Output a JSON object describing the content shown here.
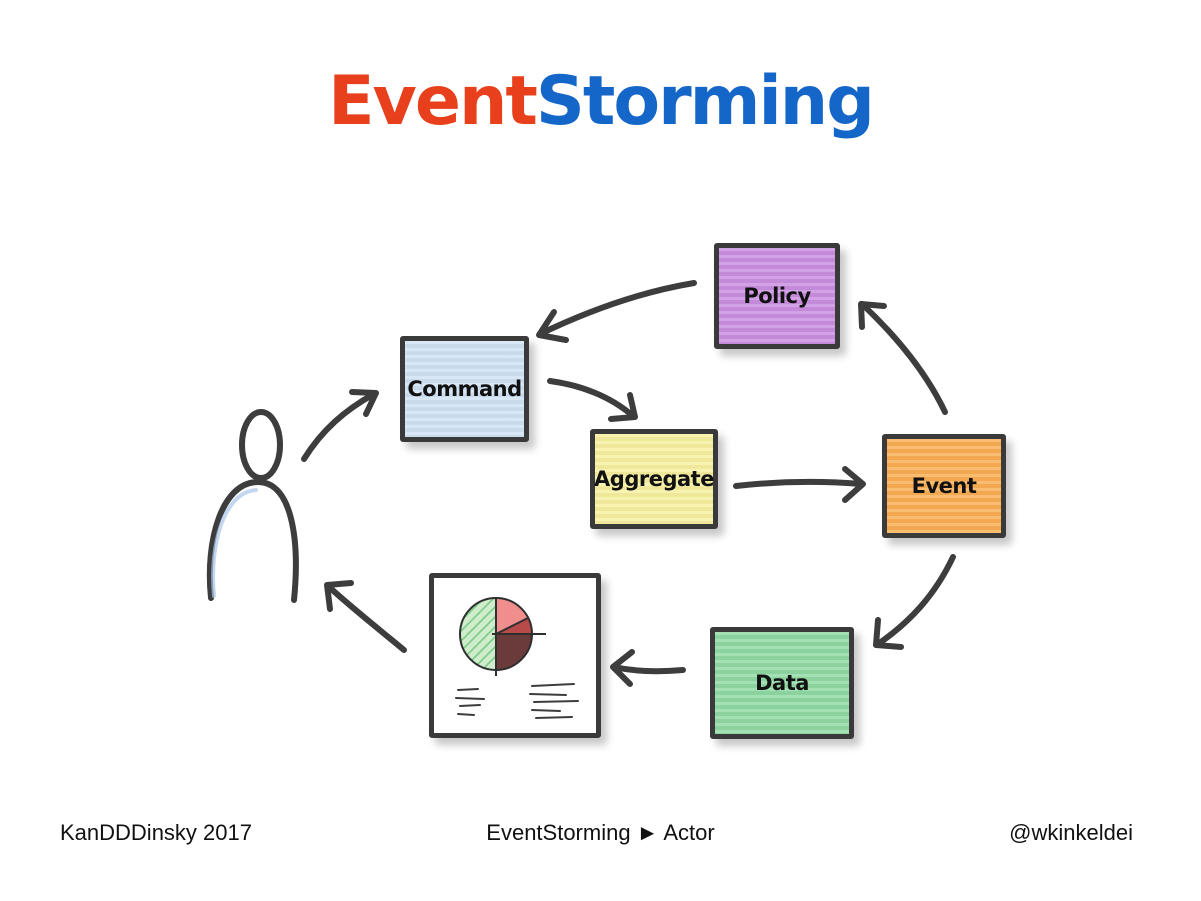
{
  "title": {
    "part1": "Event",
    "part2": "Storming",
    "colors": {
      "part1": "#e8401c",
      "part2": "#1566c9"
    }
  },
  "diagram": {
    "boxes": {
      "policy": {
        "label": "Policy",
        "color": "#c98ee0"
      },
      "command": {
        "label": "Command",
        "color": "#cfe2f3"
      },
      "aggregate": {
        "label": "Aggregate",
        "color": "#f7f0a0"
      },
      "event": {
        "label": "Event",
        "color": "#f9ad52"
      },
      "data": {
        "label": "Data",
        "color": "#8fd9a4"
      }
    },
    "actor_icon": "person-icon",
    "read_model_icon": "pie-chart-report-icon",
    "flow": [
      [
        "actor",
        "command"
      ],
      [
        "command",
        "aggregate"
      ],
      [
        "aggregate",
        "event"
      ],
      [
        "event",
        "policy"
      ],
      [
        "policy",
        "command"
      ],
      [
        "event",
        "data"
      ],
      [
        "data",
        "read-model"
      ],
      [
        "read-model",
        "actor"
      ]
    ]
  },
  "footer": {
    "left": "KanDDDinsky 2017",
    "center": "EventStorming ► Actor",
    "right": "@wkinkeldei"
  }
}
